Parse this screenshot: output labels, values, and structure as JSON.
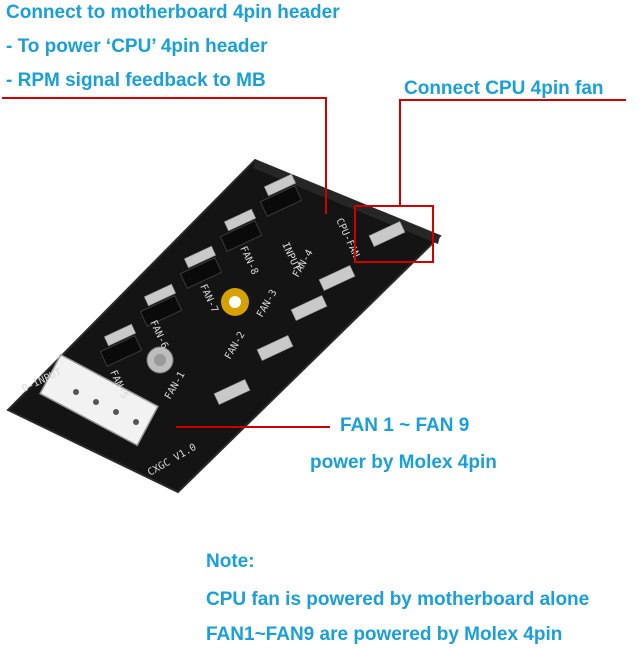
{
  "header": {
    "line1": "Connect to motherboard 4pin header",
    "line2": "- To power ‘CPU’ 4pin header",
    "line3": "- RPM signal feedback to MB"
  },
  "callouts": {
    "cpu_fan": "Connect CPU 4pin fan",
    "fan_range": "FAN 1 ~ FAN 9",
    "molex_power": "power by Molex 4pin"
  },
  "note": {
    "title": "Note:",
    "line1": "CPU fan is powered by motherboard alone",
    "line2": "FAN1~FAN9 are powered by Molex 4pin"
  },
  "board": {
    "silkscreen": {
      "input": "INPUT",
      "cpu_fan": "CPU-FAN",
      "d_input": "D-INPUT",
      "model": "CXGC V1.0",
      "fans": [
        "FAN-1",
        "FAN-2",
        "FAN-3",
        "FAN-4",
        "FAN-5",
        "FAN-6",
        "FAN-7",
        "FAN-8"
      ]
    }
  },
  "colors": {
    "text_accent": "#1a9fd8",
    "leader_line": "#d10000",
    "pcb": "#141414",
    "silkscreen": "#d8d8d8",
    "gold_pad": "#d7a100"
  }
}
